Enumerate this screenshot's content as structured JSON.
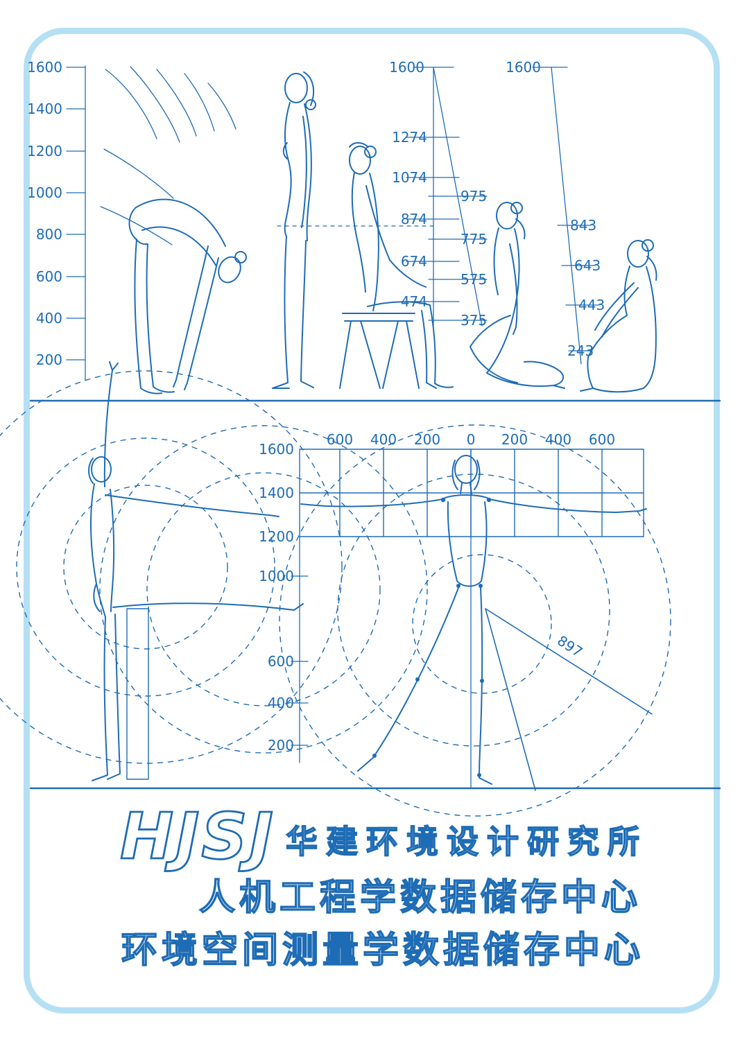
{
  "meta": {
    "background_color": "#ffffff",
    "border_color": "#b5e0f4",
    "line_color": "#1e6cb5",
    "description": "Ergonomics / anthropometry measurement diagram with female figures in standing, bending, sitting and reaching poses"
  },
  "top_diagram": {
    "left_axis_labels": [
      "1600",
      "1400",
      "1200",
      "1000",
      "800",
      "600",
      "400",
      "200"
    ],
    "center_scale": {
      "top_label": "1600",
      "left_labels": [
        "1274",
        "1074",
        "874",
        "674",
        "474"
      ],
      "right_labels": [
        "975",
        "775",
        "575",
        "375"
      ]
    },
    "right_scale": {
      "top_label": "1600",
      "labels": [
        "843",
        "643",
        "443",
        "243"
      ]
    }
  },
  "bottom_diagram": {
    "x_axis_labels": [
      "600",
      "400",
      "200",
      "0",
      "200",
      "400",
      "600"
    ],
    "y_axis_labels": [
      "1600",
      "1400",
      "1200",
      "1000",
      "600",
      "400",
      "200"
    ],
    "reach_label": "897"
  },
  "footer": {
    "logo": "HJSJ",
    "org_name": "华建环境设计研究所",
    "line2": "人机工程学数据储存中心",
    "line3": "环境空间测量学数据储存中心"
  }
}
